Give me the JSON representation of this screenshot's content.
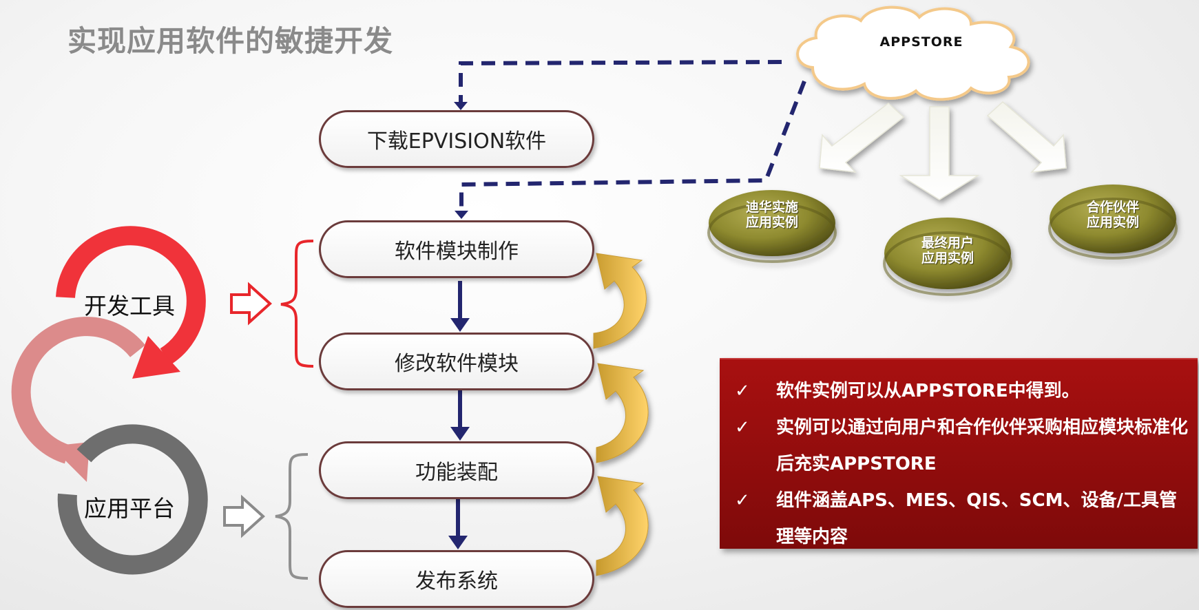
{
  "title": "实现应用软件的敏捷开发",
  "cloud": {
    "label": "APPSTORE"
  },
  "steps": [
    "下载EPVISION软件",
    "软件模块制作",
    "修改软件模块",
    "功能装配",
    "发布系统"
  ],
  "cycle": {
    "dev_tools": "开发工具",
    "app_platform": "应用平台"
  },
  "discs": [
    {
      "line1": "迪华实施",
      "line2": "应用实例"
    },
    {
      "line1": "最终用户",
      "line2": "应用实例"
    },
    {
      "line1": "合作伙伴",
      "line2": "应用实例"
    }
  ],
  "notes": [
    {
      "check": "✓",
      "text": "软件实例可以从APPSTORE中得到。"
    },
    {
      "check": "✓",
      "text": "实例可以通过向用户和合作伙伴采购相应模块标准化后充实APPSTORE"
    },
    {
      "check": "✓",
      "text": "组件涵盖APS、MES、QIS、SCM、设备/工具管理等内容"
    }
  ],
  "colors": {
    "notes_bg": "#9a0d0d",
    "flow_arrow": "#23266f",
    "return_arrow": "#f3c24c",
    "cycle_red": "#f0333a",
    "cycle_pink": "#dc8b8b",
    "cycle_gray": "#6e6e6e",
    "disc_olive": "#8e8a2f",
    "brace_red": "#e8262b",
    "brace_gray": "#909090"
  }
}
